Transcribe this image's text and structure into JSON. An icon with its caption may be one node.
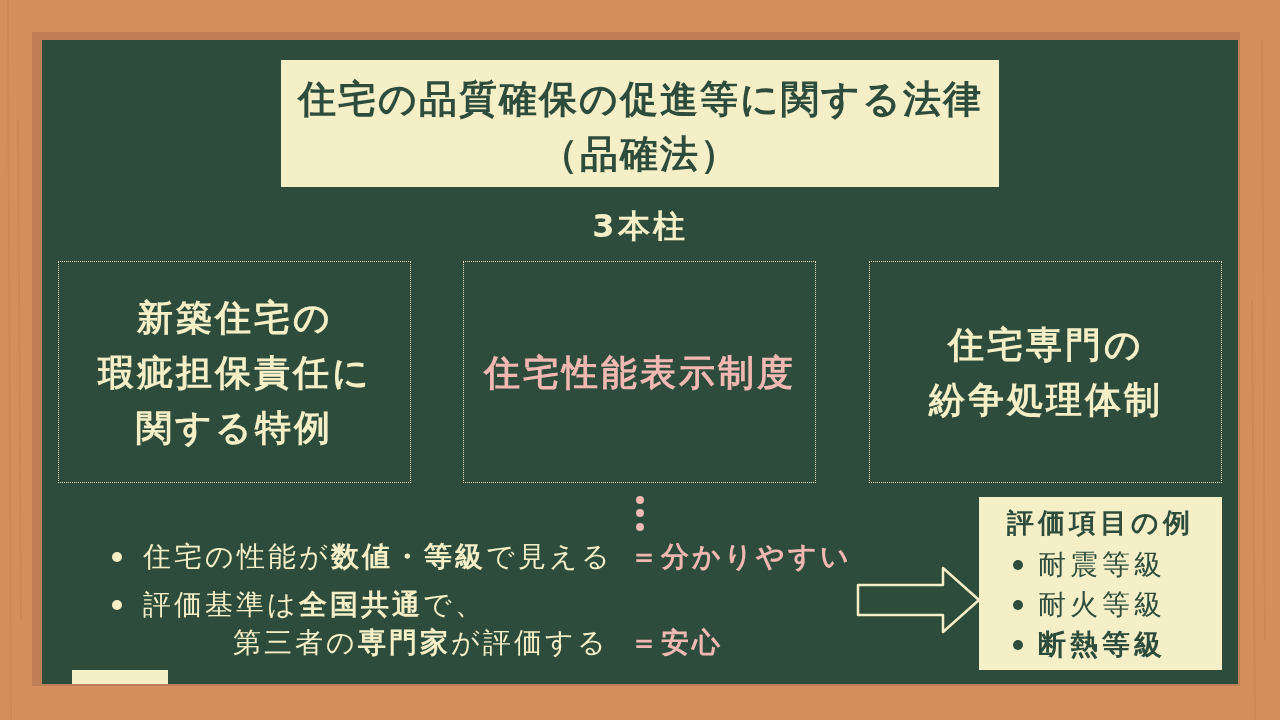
{
  "diagram": {
    "nodes": [
      {
        "text": [
          "住宅の品質確保の促進等に関する法律（品確法）"
        ]
      },
      {
        "text": [
          "新築住宅の瑕疵担保責任に関する特例"
        ]
      },
      {
        "text": [
          "住宅性能表示制度"
        ]
      },
      {
        "text": [
          "住宅専門の紛争処理体制"
        ]
      },
      {
        "text": [
          "評価項目の例",
          "耐震等級",
          "耐火等級",
          "断熱等級"
        ]
      }
    ],
    "edges": [
      {
        "from": null,
        "to": 4,
        "arrow": "to"
      }
    ],
    "labels": [
      "3本柱",
      "住宅の性能が**数値・等級**で見える",
      "＝分かりやすい",
      "評価基準は**全国共通**で、第三者の**専門家**が評価する",
      "＝安心"
    ]
  }
}
